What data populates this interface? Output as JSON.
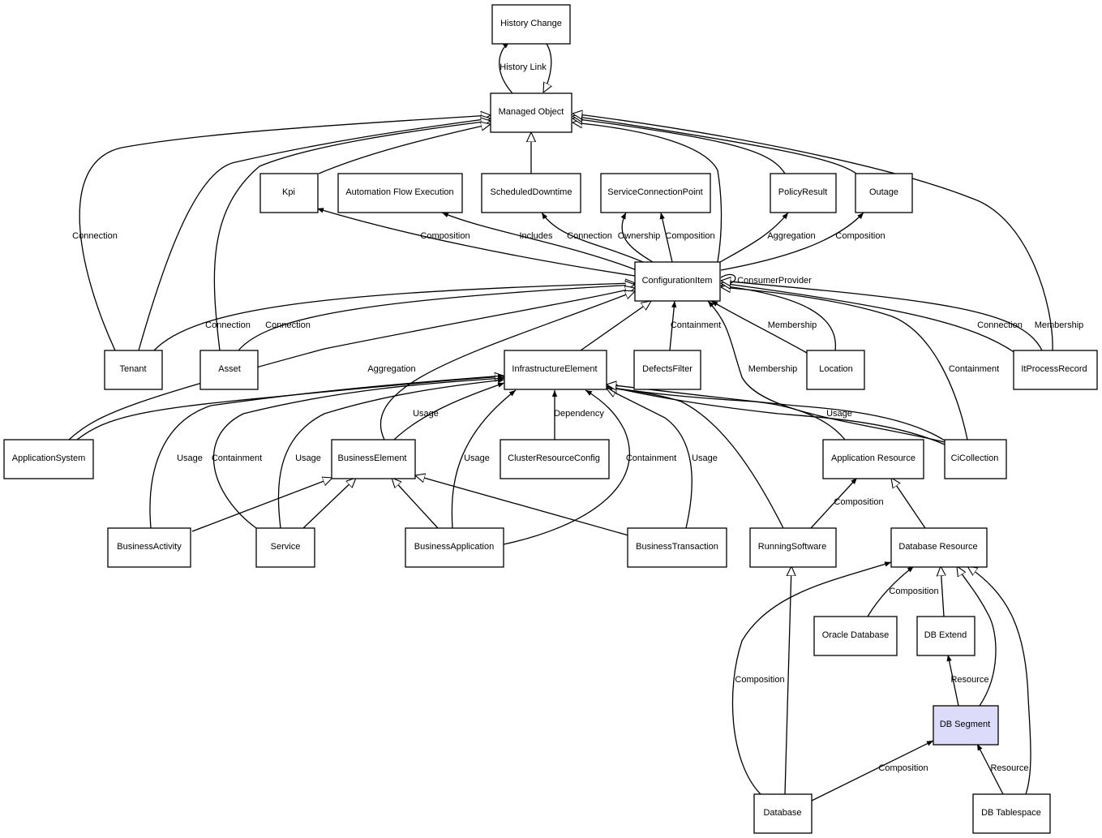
{
  "colors": {
    "node_fill": "#ffffff",
    "highlight_fill": "#dcdcfa",
    "line": "#000000"
  },
  "nodes": {
    "history_change": "History Change",
    "managed_object": "Managed Object",
    "kpi": "Kpi",
    "automation_flow_execution": "Automation Flow Execution",
    "scheduled_downtime": "ScheduledDowntime",
    "service_connection_point": "ServiceConnectionPoint",
    "policy_result": "PolicyResult",
    "outage": "Outage",
    "configuration_item": "ConfigurationItem",
    "tenant": "Tenant",
    "asset": "Asset",
    "infrastructure_element": "InfrastructureElement",
    "defects_filter": "DefectsFilter",
    "location": "Location",
    "it_process_record": "ItProcessRecord",
    "application_system": "ApplicationSystem",
    "business_element": "BusinessElement",
    "cluster_resource_config": "ClusterResourceConfig",
    "application_resource": "Application Resource",
    "ci_collection": "CiCollection",
    "business_activity": "BusinessActivity",
    "service": "Service",
    "business_application": "BusinessApplication",
    "business_transaction": "BusinessTransaction",
    "running_software": "RunningSoftware",
    "database_resource": "Database Resource",
    "oracle_database": "Oracle Database",
    "db_extend": "DB Extend",
    "db_segment": "DB Segment",
    "database": "Database",
    "db_tablespace": "DB Tablespace"
  },
  "edge_labels": {
    "history_link": "History Link",
    "tenant_connection_mo": "Connection",
    "ci_kpi_composition": "Composition",
    "ci_afe_includes": "Includes",
    "ci_sd_connection": "Connection",
    "ci_scp_ownership": "Ownership",
    "ci_scp_composition": "Composition",
    "ci_pr_aggregation": "Aggregation",
    "ci_outage_composition": "Composition",
    "ci_consumer_provider": "ConsumerProvider",
    "tenant_ci_connection": "Connection",
    "asset_ci_connection": "Connection",
    "df_ci_containment": "Containment",
    "loc_ci_membership": "Membership",
    "itpr_ci_connection": "Connection",
    "itpr_ci_membership": "Membership",
    "as_ie_aggregation": "Aggregation",
    "cic_ci_membership": "Membership",
    "cic_ci_containment": "Containment",
    "be_ie_usage": "Usage",
    "crc_ie_dependency": "Dependency",
    "cic_ie_usage": "Usage",
    "ba_ie_usage": "Usage",
    "svc_ie_containment": "Containment",
    "svc_ie_usage": "Usage",
    "bapp_ie_usage": "Usage",
    "bapp_ie_containment": "Containment",
    "bt_ie_usage": "Usage",
    "rs_ar_composition": "Composition",
    "ora_dbr_composition": "Composition",
    "db_dbr_composition": "Composition",
    "seg_ext_resource": "Resource",
    "db_seg_composition": "Composition",
    "ts_seg_resource": "Resource"
  }
}
